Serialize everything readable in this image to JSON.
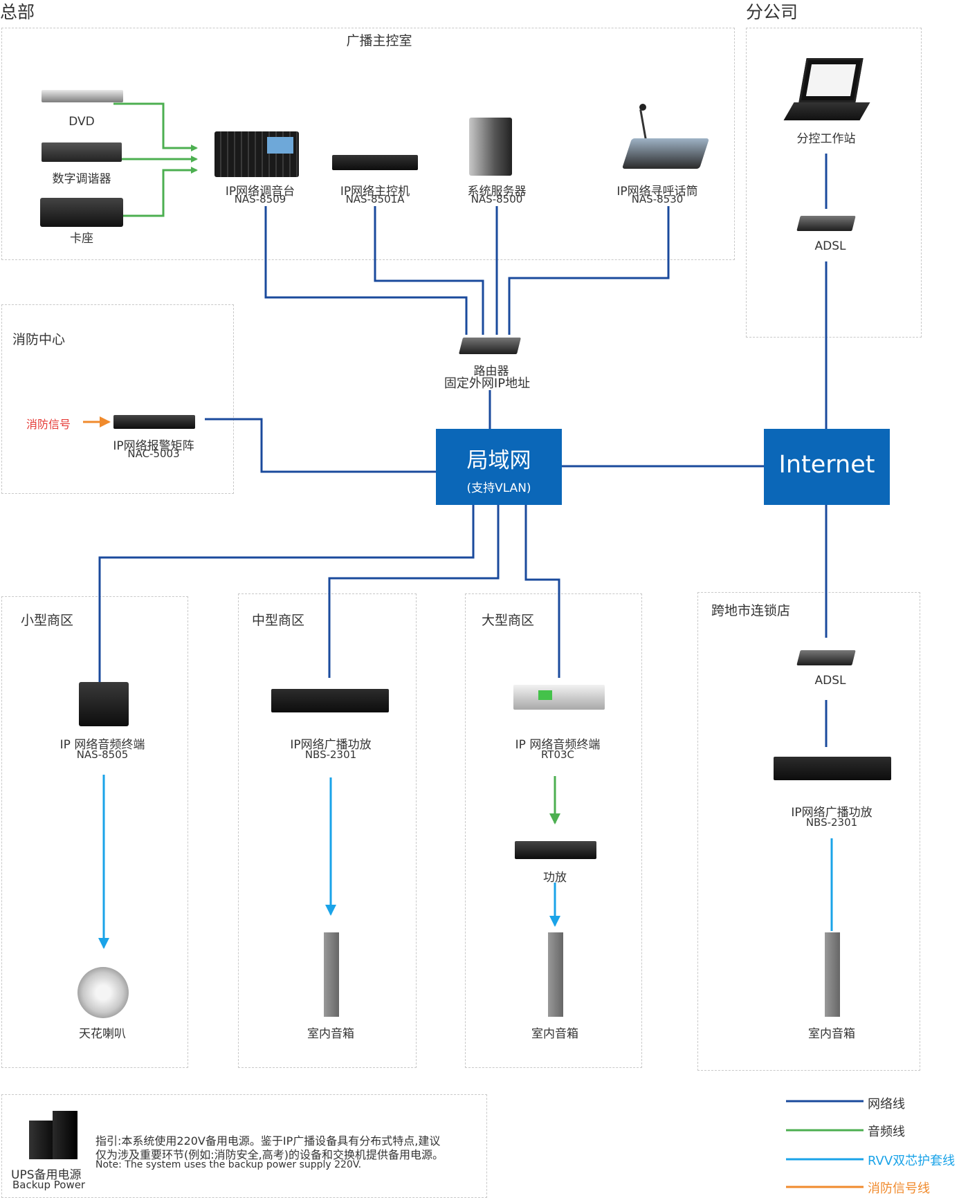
{
  "regions": {
    "hq": "总部",
    "branch": "分公司",
    "control_room": "广播主控室",
    "fire_center": "消防中心",
    "small_zone": "小型商区",
    "medium_zone": "中型商区",
    "large_zone": "大型商区",
    "chain_store": "跨地市连锁店"
  },
  "sources": {
    "dvd": "DVD",
    "tuner": "数字调谐器",
    "cassette": "卡座"
  },
  "control_devices": [
    {
      "name": "IP网络调音台",
      "model": "NAS-8509"
    },
    {
      "name": "IP网络主控机",
      "model": "NAS-8501A"
    },
    {
      "name": "系统服务器",
      "model": "NAS-8500"
    },
    {
      "name": "IP网络寻呼话筒",
      "model": "NAS-8530"
    }
  ],
  "router": {
    "line1": "路由器",
    "line2": "固定外网IP地址"
  },
  "fire": {
    "signal": "消防信号",
    "name": "IP网络报警矩阵",
    "model": "NAC-5003"
  },
  "lan": {
    "title": "局域网",
    "subtitle": "(支持VLAN)"
  },
  "internet": {
    "title": "Internet"
  },
  "branch_nodes": {
    "workstation": "分控工作站",
    "adsl": "ADSL"
  },
  "zones": {
    "small": {
      "device": "IP 网络音频终端",
      "model": "NAS-8505",
      "speaker": "天花喇叭"
    },
    "medium": {
      "device": "IP网络广播功放",
      "model": "NBS-2301",
      "speaker": "室内音箱"
    },
    "large": {
      "device": "IP 网络音频终端",
      "model": "RT03C",
      "amp": "功放",
      "speaker": "室内音箱"
    },
    "chain": {
      "adsl": "ADSL",
      "device": "IP网络广播功放",
      "model": "NBS-2301",
      "speaker": "室内音箱"
    }
  },
  "ups": {
    "label_cn": "UPS备用电源",
    "label_en": "Backup Power",
    "note1": "指引:本系统使用220V备用电源。鉴于IP广播设备具有分布式特点,建议",
    "note2": "仅为涉及重要环节(例如:消防安全,高考)的设备和交换机提供备用电源。",
    "note3": "Note: The system uses the backup power supply 220V."
  },
  "legend": [
    {
      "label": "网络线",
      "color": "#1a4a9c"
    },
    {
      "label": "音频线",
      "color": "#4caf50"
    },
    {
      "label": "RVV双芯护套线",
      "color": "#1aa3e8"
    },
    {
      "label": "消防信号线",
      "color": "#f08a2c"
    }
  ],
  "colors": {
    "network": "#1a4a9c",
    "audio": "#4caf50",
    "rvv": "#1aa3e8",
    "fire": "#f08a2c",
    "hub": "#0b67b8",
    "fire_text": "#e53935"
  }
}
